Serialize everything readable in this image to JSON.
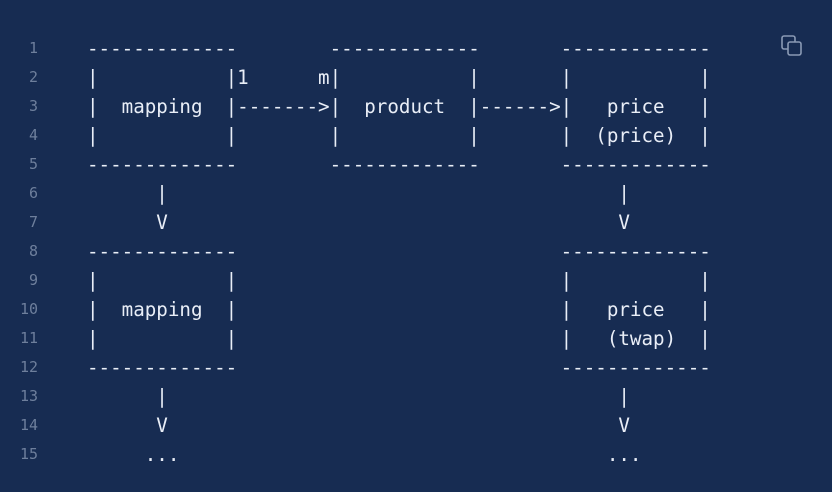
{
  "code_block": {
    "lines": [
      {
        "number": "1",
        "text": "-------------        -------------       -------------"
      },
      {
        "number": "2",
        "text": "|           |1      m|           |       |           |"
      },
      {
        "number": "3",
        "text": "|  mapping  |------->|  product  |------>|   price   |"
      },
      {
        "number": "4",
        "text": "|           |        |           |       |  (price)  |"
      },
      {
        "number": "5",
        "text": "-------------        -------------       -------------"
      },
      {
        "number": "6",
        "text": "      |                                       |"
      },
      {
        "number": "7",
        "text": "      V                                       V"
      },
      {
        "number": "8",
        "text": "-------------                            -------------"
      },
      {
        "number": "9",
        "text": "|           |                            |           |"
      },
      {
        "number": "10",
        "text": "|  mapping  |                            |   price   |"
      },
      {
        "number": "11",
        "text": "|           |                            |   (twap)  |"
      },
      {
        "number": "12",
        "text": "-------------                            -------------"
      },
      {
        "number": "13",
        "text": "      |                                       |"
      },
      {
        "number": "14",
        "text": "      V                                       V"
      },
      {
        "number": "15",
        "text": "     ...                                     ..."
      }
    ],
    "copy_icon": "copy-icon",
    "colors": {
      "background": "#172c52",
      "text": "#e9eef7",
      "line_number": "#6e7f9c",
      "icon": "#8a9ab5"
    }
  }
}
